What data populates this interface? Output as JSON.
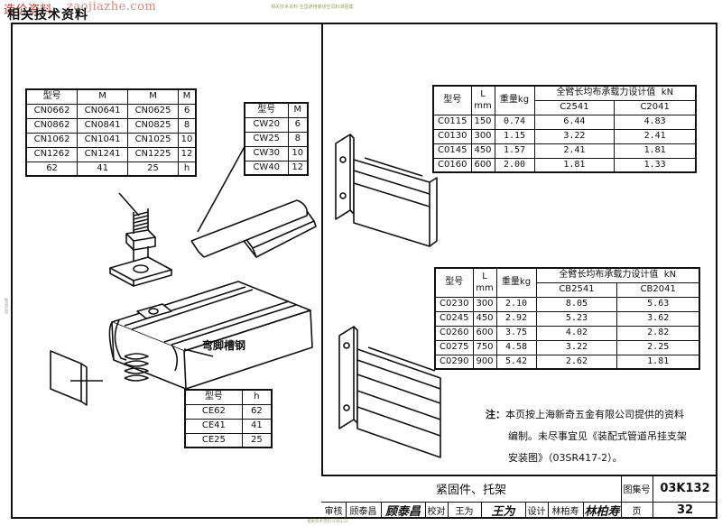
{
  "watermark": {
    "text": "造价资料",
    "url": "zaojiazhe.com"
  },
  "heading": "相关技术资料",
  "top_note": "相关技术资料·全国通用暖通空调标准图集",
  "bottom_note": "相关技术资料·03K132",
  "side_note": "暖通空调",
  "table_cn": {
    "headers": [
      "型号",
      "M",
      "M",
      "M"
    ],
    "rows": [
      [
        "CN0662",
        "CN0641",
        "CN0625",
        "6"
      ],
      [
        "CN0862",
        "CN0841",
        "CN0825",
        "8"
      ],
      [
        "CN1062",
        "CN1041",
        "CN1025",
        "10"
      ],
      [
        "CN1262",
        "CN1241",
        "CN1225",
        "12"
      ],
      [
        "62",
        "41",
        "25",
        "h"
      ]
    ]
  },
  "table_cw": {
    "headers": [
      "型号",
      "M"
    ],
    "rows": [
      [
        "CW20",
        "6"
      ],
      [
        "CW25",
        "8"
      ],
      [
        "CW30",
        "10"
      ],
      [
        "CW40",
        "12"
      ]
    ]
  },
  "table_ce": {
    "headers": [
      "型号",
      "h"
    ],
    "rows": [
      [
        "CE62",
        "62"
      ],
      [
        "CE41",
        "41"
      ],
      [
        "CE25",
        "25"
      ]
    ]
  },
  "table_c01": {
    "h_model": "型号",
    "h_len": "L",
    "h_len_unit": "mm",
    "h_weight": "重量kg",
    "h_load": "全臂长均布承载力设计值",
    "h_load_unit": "kN",
    "sub1": "C2541",
    "sub2": "C2041",
    "rows": [
      [
        "C0115",
        "150",
        "0.74",
        "6.44",
        "4.83"
      ],
      [
        "C0130",
        "300",
        "1.15",
        "3.22",
        "2.41"
      ],
      [
        "C0145",
        "450",
        "1.57",
        "2.41",
        "1.81"
      ],
      [
        "C0160",
        "600",
        "2.00",
        "1.81",
        "1.33"
      ]
    ]
  },
  "table_c02": {
    "h_model": "型号",
    "h_len": "L",
    "h_len_unit": "mm",
    "h_weight": "重量kg",
    "h_load": "全臂长均布承载力设计值",
    "h_load_unit": "kN",
    "sub1": "CB2541",
    "sub2": "CB2041",
    "rows": [
      [
        "C0230",
        "300",
        "2.10",
        "8.05",
        "5.63"
      ],
      [
        "C0245",
        "450",
        "2.92",
        "5.23",
        "3.62"
      ],
      [
        "C0260",
        "600",
        "3.75",
        "4.02",
        "2.82"
      ],
      [
        "C0275",
        "750",
        "4.58",
        "3.22",
        "2.25"
      ],
      [
        "C0290",
        "900",
        "5.42",
        "2.62",
        "1.81"
      ]
    ]
  },
  "label_bend": "弯脚槽钢",
  "note": {
    "label": "注：",
    "line1": "本页按上海新奇五金有限公司提供的资料",
    "line2": "编制。未尽事宜见《装配式管道吊挂支架",
    "line3": "安装图》（03SR417-2）。"
  },
  "title_block": {
    "title": "紧固件、托架",
    "atlas_label": "图集号",
    "atlas_no": "03K132",
    "review_label": "审核",
    "review_name": "顾泰昌",
    "review_sig": "顾泰昌",
    "check_label": "校对",
    "check_name": "王为",
    "check_sig": "王为",
    "design_label": "设计",
    "design_name": "林柏寿",
    "design_sig": "林柏寿",
    "page_label": "页",
    "page_no": "32"
  }
}
